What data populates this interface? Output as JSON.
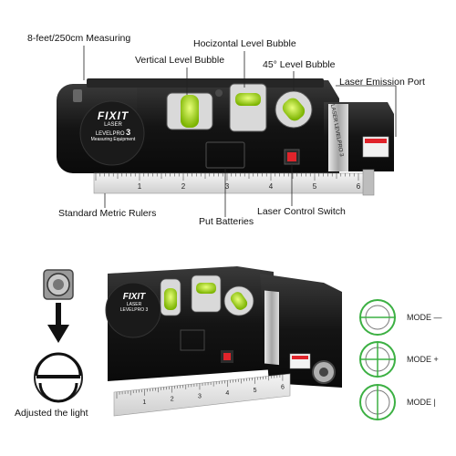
{
  "callouts": {
    "measuring": "8-feet/250cm Measuring",
    "horizontal_bubble": "Hocizontal Level Bubble",
    "vertical_bubble": "Vertical Level Bubble",
    "bubble_45": "45° Level Bubble",
    "laser_port": "Laser Emission Port",
    "metric_rulers": "Standard Metric Rulers",
    "batteries": "Put Batteries",
    "laser_switch": "Laser Control Switch",
    "adjusted_light": "Adjusted the light"
  },
  "device": {
    "brand": "FIXIT",
    "line1": "LASER",
    "line2": "LEVELPRO",
    "model_number": "3",
    "line3": "Measuring Equipment",
    "side_text": "LASER LEVELPRO 3"
  },
  "ruler_ticks": [
    "1",
    "2",
    "3",
    "4",
    "5",
    "6"
  ],
  "modes": [
    {
      "label": "MODE —"
    },
    {
      "label": "MODE +"
    },
    {
      "label": "MODE |"
    }
  ],
  "colors": {
    "bubble": "#b5e61d",
    "body": "#1a1a1a",
    "switch": "#e0242b",
    "mode_green": "#3cb043"
  }
}
